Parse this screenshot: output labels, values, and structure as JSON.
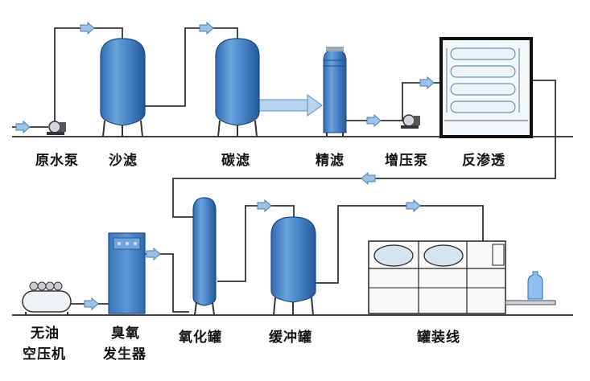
{
  "row1": {
    "raw_pump": "原水泵",
    "sand_filter": "沙滤",
    "carbon_filter": "碳滤",
    "fine_filter": "精滤",
    "booster_pump": "增压泵",
    "reverse_osmosis": "反渗透"
  },
  "row2": {
    "air_compressor_line1": "无油",
    "air_compressor_line2": "空压机",
    "ozone_line1": "臭氧",
    "ozone_line2": "发生器",
    "oxidation_tank": "氧化罐",
    "buffer_tank": "缓冲罐",
    "filling_line": "罐装线"
  },
  "colors": {
    "tank": "#3f7fc4",
    "tank_light": "#8fc0ec",
    "pipe": "#333333",
    "arrow": "#8fb7de"
  }
}
